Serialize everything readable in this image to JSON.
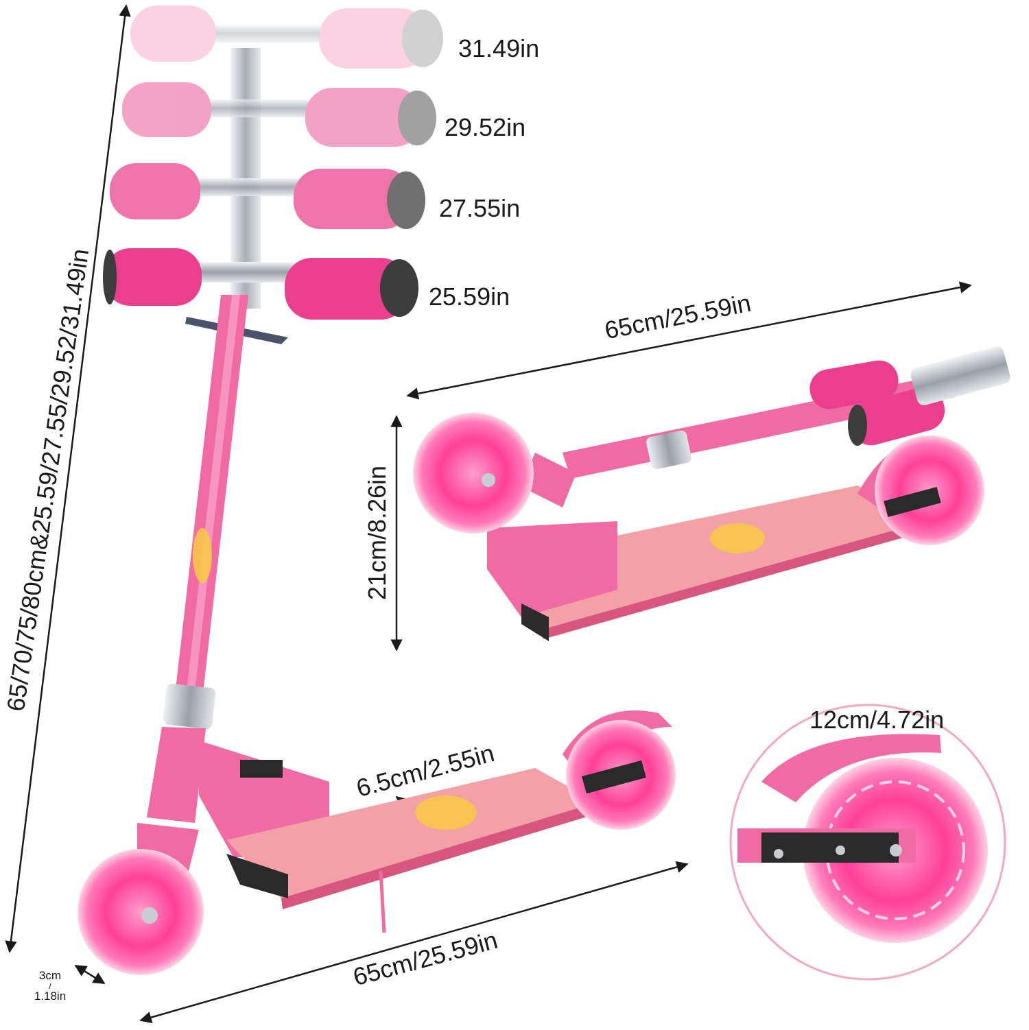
{
  "colors": {
    "pink_main": "#f06aa4",
    "pink_light": "#f9a8c9",
    "pink_deep": "#e8327d",
    "wheel_glow": "#ff4fa3",
    "steel": "#c9ccd1",
    "deck": "#f3a0a7",
    "ink": "#1a1a1a"
  },
  "labels": {
    "handle_heights": [
      "31.49in",
      "29.52in",
      "27.55in",
      "25.59in"
    ],
    "total_height": "65/70/75/80cm&25.59/27.55/29.52/31.49in",
    "folded_length": "65cm/25.59in",
    "folded_height": "21cm/8.26in",
    "deck_width": "6.5cm/2.55in",
    "base_length": "65cm/25.59in",
    "wheel_diameter": "12cm/4.72in",
    "deck_clearance_cm": "3cm",
    "deck_clearance_sep": "/",
    "deck_clearance_in": "1.18in"
  }
}
